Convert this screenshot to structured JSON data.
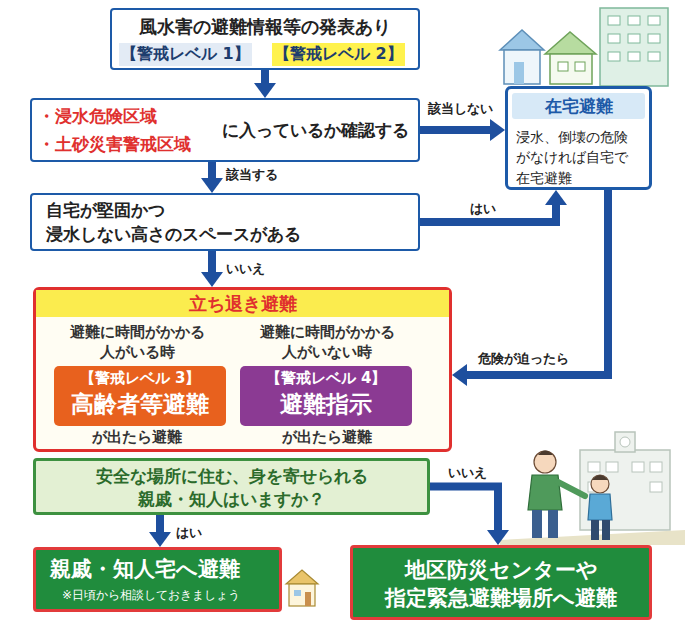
{
  "diagram": {
    "nodes": [
      {
        "text": [
          "風水害の避難情報等の発表あり",
          "【警戒レベル 1】",
          "【警戒レベル 2】"
        ]
      },
      {
        "text": [
          "・浸水危険区域",
          "・土砂災害警戒区域",
          "に入っているか確認する"
        ]
      },
      {
        "text": [
          "在宅避難",
          "浸水、倒壊の危険 がなければ自宅で 在宅避難"
        ]
      },
      {
        "text": [
          "自宅が堅固かつ 浸水しない高さのスペースがある"
        ]
      },
      {
        "text": [
          "立ち退き避難",
          "避難に時間がかかる 人がいる時",
          "が出たら避難",
          "避難に時間がかかる 人がいない時",
          "が出たら避難"
        ]
      },
      {
        "text": [
          "【警戒レベル 3】",
          "高齢者等避難"
        ],
        "in": 4
      },
      {
        "text": [
          "【警戒レベル 4】",
          "避難指示"
        ],
        "in": 4
      },
      {
        "text": [
          "安全な場所に住む、身を寄せられる 親戚・知人はいますか？"
        ]
      },
      {
        "text": [
          "親戚・知人宅へ避難",
          "※日頃から相談しておきましょう"
        ]
      },
      {
        "text": [
          "地区防災センターや 指定緊急避難場所へ避難"
        ]
      }
    ],
    "edges": [
      {
        "from": 0,
        "to": 1,
        "arrow": "to"
      },
      {
        "from": 1,
        "to": 2,
        "label": "該当しない",
        "arrow": "to"
      },
      {
        "from": 1,
        "to": 3,
        "label": "該当する",
        "arrow": "to"
      },
      {
        "from": 3,
        "to": 2,
        "label": "はい",
        "arrow": "to"
      },
      {
        "from": 3,
        "to": 4,
        "label": "いいえ",
        "arrow": "to"
      },
      {
        "from": 2,
        "to": 4,
        "label": "危険が迫ったら",
        "arrow": "to"
      },
      {
        "from": 7,
        "to": 8,
        "label": "はい",
        "arrow": "to"
      },
      {
        "from": 7,
        "to": 9,
        "label": "いいえ",
        "arrow": "to"
      }
    ]
  }
}
